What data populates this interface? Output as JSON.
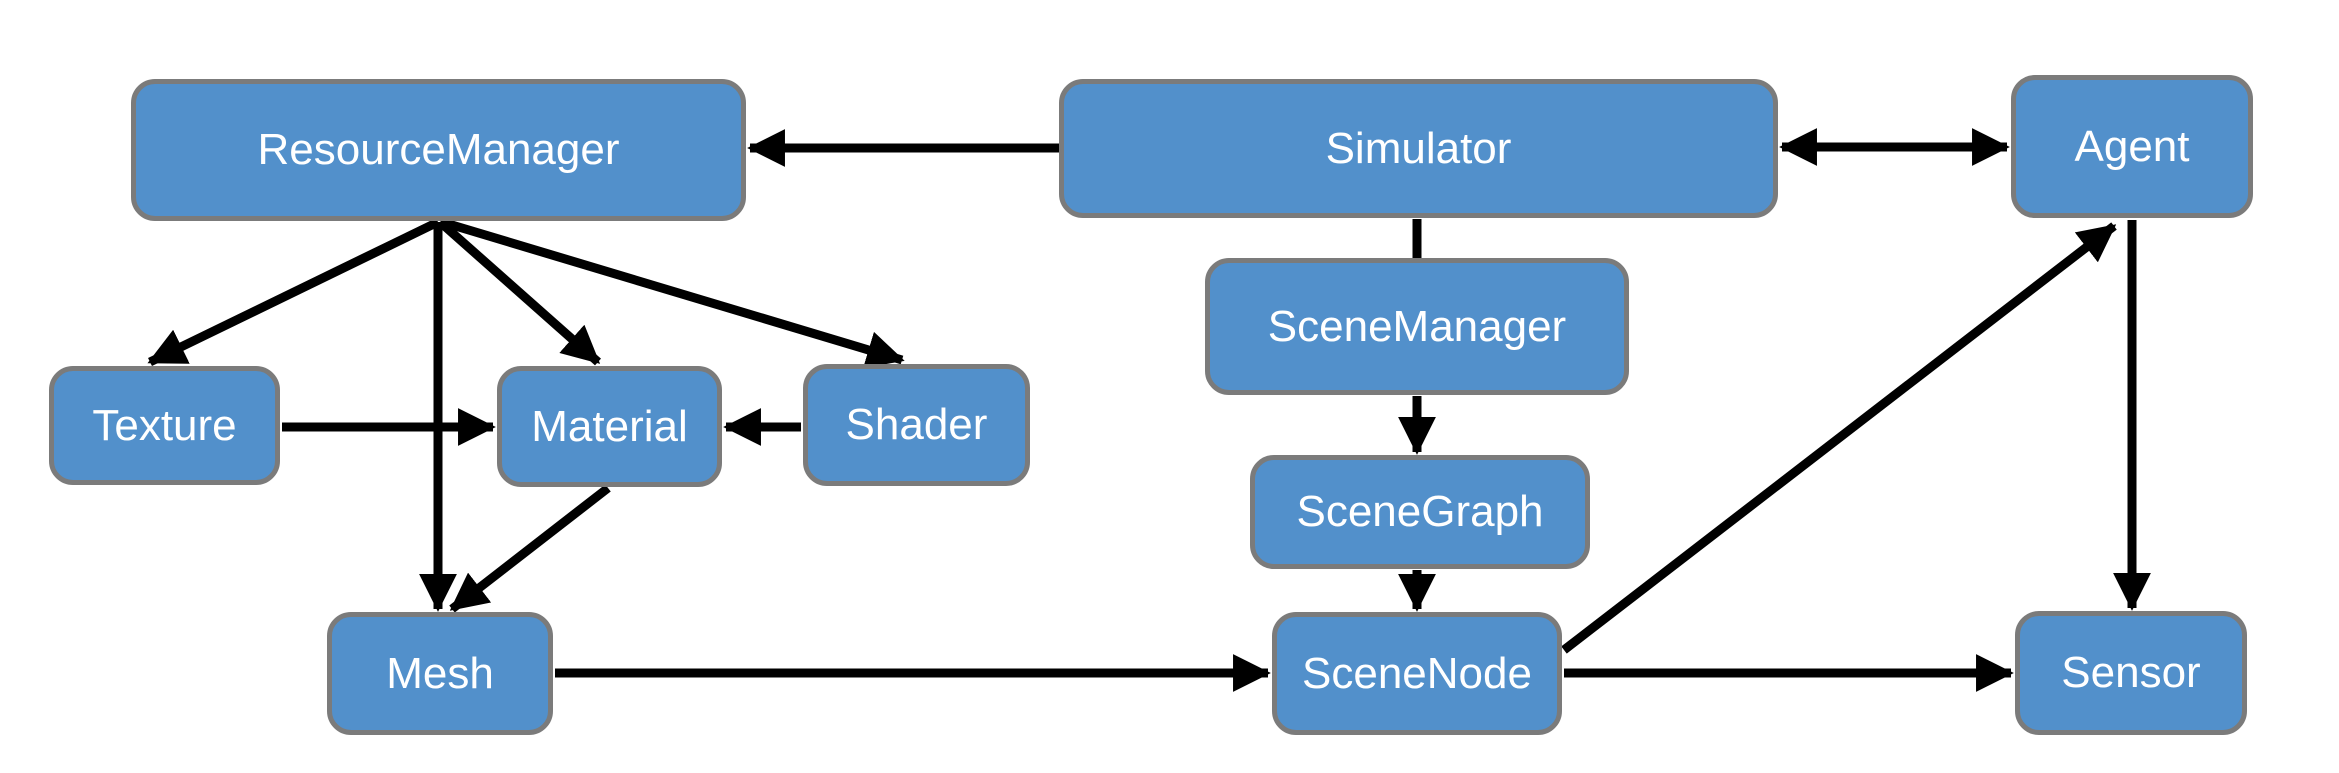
{
  "diagram": {
    "background_color": "#ffffff",
    "node_fill_color": "#5290CB",
    "node_border_color": "#7b7b7b",
    "node_text_color": "#ffffff",
    "arrow_color": "#000000",
    "nodes": [
      {
        "id": "resource_manager",
        "label": "ResourceManager"
      },
      {
        "id": "simulator",
        "label": "Simulator"
      },
      {
        "id": "agent",
        "label": "Agent"
      },
      {
        "id": "texture",
        "label": "Texture"
      },
      {
        "id": "material",
        "label": "Material"
      },
      {
        "id": "shader",
        "label": "Shader"
      },
      {
        "id": "scene_manager",
        "label": "SceneManager"
      },
      {
        "id": "scene_graph",
        "label": "SceneGraph"
      },
      {
        "id": "mesh",
        "label": "Mesh"
      },
      {
        "id": "scene_node",
        "label": "SceneNode"
      },
      {
        "id": "sensor",
        "label": "Sensor"
      }
    ],
    "edges": [
      {
        "from": "simulator",
        "to": "resource_manager",
        "arrow": "end"
      },
      {
        "from": "simulator",
        "to": "agent",
        "arrow": "both"
      },
      {
        "from": "resource_manager",
        "to": "texture",
        "arrow": "end"
      },
      {
        "from": "resource_manager",
        "to": "material",
        "arrow": "end"
      },
      {
        "from": "resource_manager",
        "to": "shader",
        "arrow": "end"
      },
      {
        "from": "resource_manager",
        "to": "mesh",
        "arrow": "end"
      },
      {
        "from": "texture",
        "to": "material",
        "arrow": "end"
      },
      {
        "from": "shader",
        "to": "material",
        "arrow": "end"
      },
      {
        "from": "material",
        "to": "mesh",
        "arrow": "end"
      },
      {
        "from": "simulator",
        "to": "scene_manager",
        "arrow": "none"
      },
      {
        "from": "scene_manager",
        "to": "scene_graph",
        "arrow": "end"
      },
      {
        "from": "scene_graph",
        "to": "scene_node",
        "arrow": "end"
      },
      {
        "from": "mesh",
        "to": "scene_node",
        "arrow": "end"
      },
      {
        "from": "scene_node",
        "to": "agent",
        "arrow": "end"
      },
      {
        "from": "agent",
        "to": "sensor",
        "arrow": "end"
      },
      {
        "from": "scene_node",
        "to": "sensor",
        "arrow": "end"
      }
    ]
  }
}
